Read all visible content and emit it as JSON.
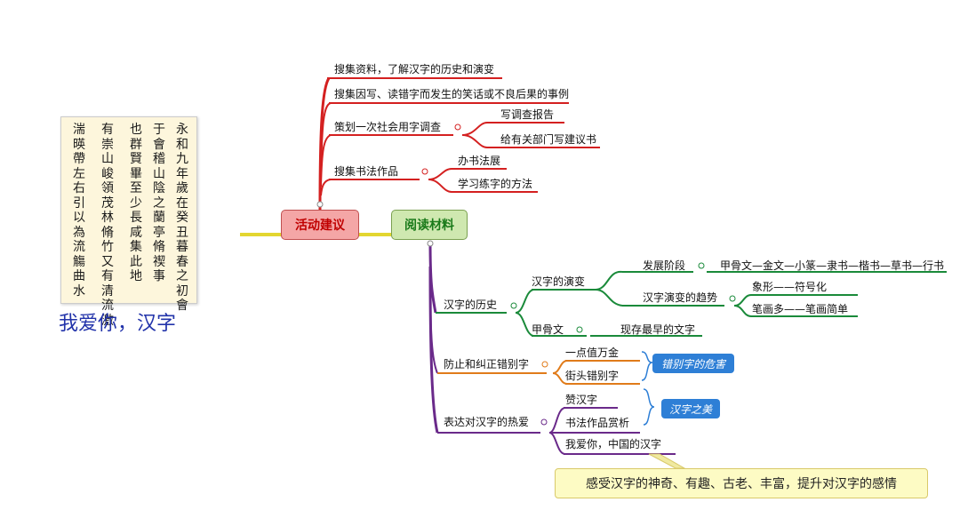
{
  "calligraphy": {
    "columns": [
      "永和九年歲在癸丑暮春之初會",
      "于會稽山陰之蘭亭脩禊事",
      "也群賢畢至少長咸集此地",
      "有崇山峻領茂林脩竹又有清流激",
      "湍暎帶左右引以為流觴曲水"
    ]
  },
  "caption": "我爱你，汉字",
  "roots": {
    "activity": "活动建议",
    "reading": "阅读材料"
  },
  "activity_branches": {
    "b1": "搜集资料，了解汉字的历史和演变",
    "b2": "搜集因写、读错字而发生的笑话或不良后果的事例",
    "b3": "策划一次社会用字调查",
    "b3_sub1": "写调查报告",
    "b3_sub2": "给有关部门写建议书",
    "b4": "搜集书法作品",
    "b4_sub1": "办书法展",
    "b4_sub2": "学习练字的方法"
  },
  "reading_branches": {
    "history": "汉字的历史",
    "evolution": "汉字的演变",
    "stage": "发展阶段",
    "stage_detail": "甲骨文—金文—小篆—隶书—楷书—草书—行书",
    "trend": "汉字演变的趋势",
    "trend_1": "象形——符号化",
    "trend_2": "笔画多——笔画简单",
    "oracle": "甲骨文",
    "oracle_detail": "现存最早的文字",
    "prevent": "防止和纠正错别字",
    "prevent_1": "一点值万金",
    "prevent_2": "街头错别字",
    "love": "表达对汉字的热爱",
    "love_1": "赞汉字",
    "love_2": "书法作品赏析",
    "love_3": "我爱你，中国的汉字"
  },
  "callouts": {
    "harm": "错别字的危害",
    "beauty": "汉字之美"
  },
  "summary": "感受汉字的神奇、有趣、古老、丰富，提升对汉字的感情",
  "colors": {
    "red_branch": "#d42020",
    "root_line": "#e3d630",
    "history_line": "#1a8a3a",
    "prevent_line": "#e07b1a",
    "love_line": "#6a2a8a",
    "reading_trunk": "#6a2a8a",
    "callout_blue": "#2e7fd6",
    "activity_fill": "#f4a6a6",
    "reading_fill": "#cfe8b0"
  }
}
